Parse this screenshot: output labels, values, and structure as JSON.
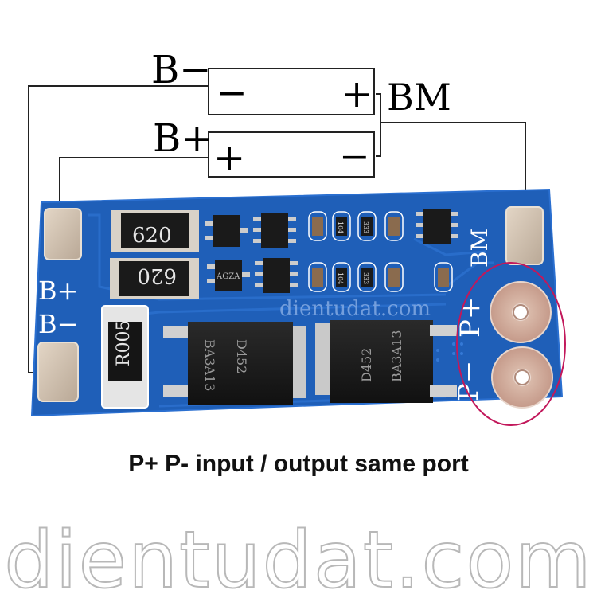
{
  "labels": {
    "b_minus_top": "B−",
    "b_plus_top": "B+",
    "bm": "BM",
    "cell1_neg": "−",
    "cell1_pos": "+",
    "cell2_pos": "+",
    "cell2_neg": "−",
    "pcb_b_plus": "B+",
    "pcb_b_minus": "B−",
    "pcb_bm": "BM",
    "pcb_p_plus": "P+",
    "pcb_p_minus": "P−",
    "resistor_top": "620",
    "resistor_bottom": "620",
    "shunt": "R005",
    "mosfet_left_line1": "BA3A13",
    "mosfet_left_line2": "D452",
    "mosfet_right_line1": "BA3A13",
    "mosfet_right_line2": "D452",
    "small_r1": "104",
    "small_r2": "333",
    "small_r3": "104",
    "small_r4": "333",
    "ic_mark": "AGZA"
  },
  "watermark_small": "dientudat.com",
  "caption": "P+ P- input / output same port",
  "watermark_large": "dientudat.com",
  "colors": {
    "pcb": "#1f5fb8",
    "pcb_dark": "#184f9e",
    "pad": "#c8b9a8",
    "highlight_ring": "#c2185b"
  }
}
